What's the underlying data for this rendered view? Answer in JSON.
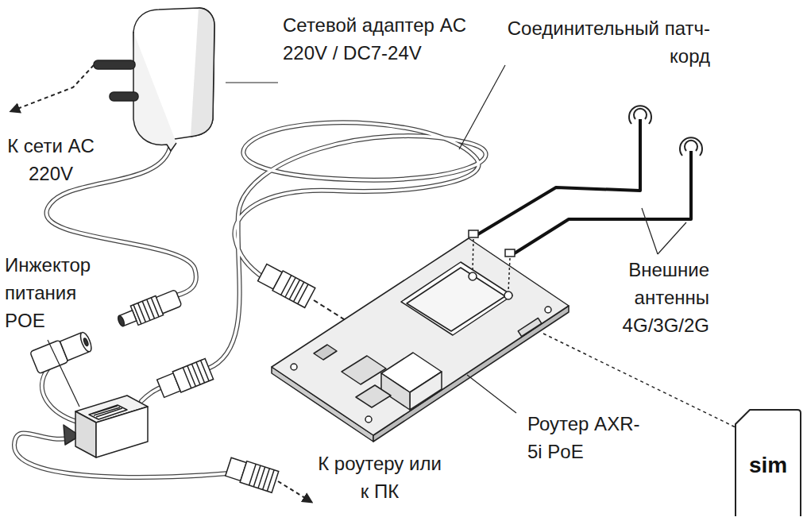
{
  "diagram": {
    "nodes": [
      {
        "text": [
          "sim"
        ]
      }
    ],
    "labels": [
      "Сетевой адаптер AC 220V / DC7-24V",
      "Соединительный патч-корд",
      "К сети AC 220V",
      "Инжектор питания POE",
      "Внешние антенны 4G/3G/2G",
      "Роутер AXR-5i PoE",
      "К роутеру или к ПК"
    ]
  }
}
